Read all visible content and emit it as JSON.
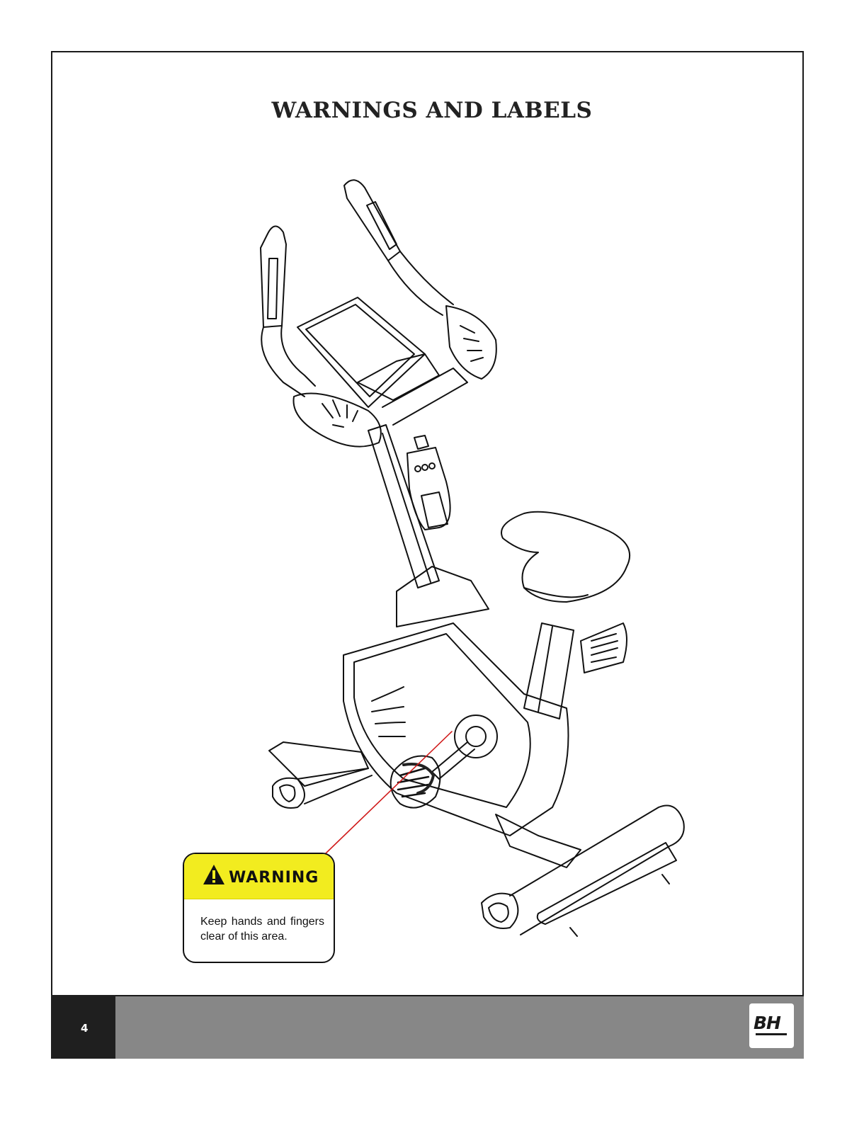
{
  "page": {
    "title": "WARNINGS AND LABELS",
    "page_number": "4",
    "brand_logo": "BH"
  },
  "warning_label": {
    "heading": "WARNING",
    "icon": "exclamation-triangle-icon",
    "message": "Keep hands and fingers clear of this area.",
    "header_color": "#f2ec1f",
    "pointer_color": "#d01b1b"
  },
  "illustration": {
    "subject": "exercise-bike-line-drawing"
  },
  "colors": {
    "footer_bar": "#878787",
    "page_number_block": "#1f1f1f"
  }
}
